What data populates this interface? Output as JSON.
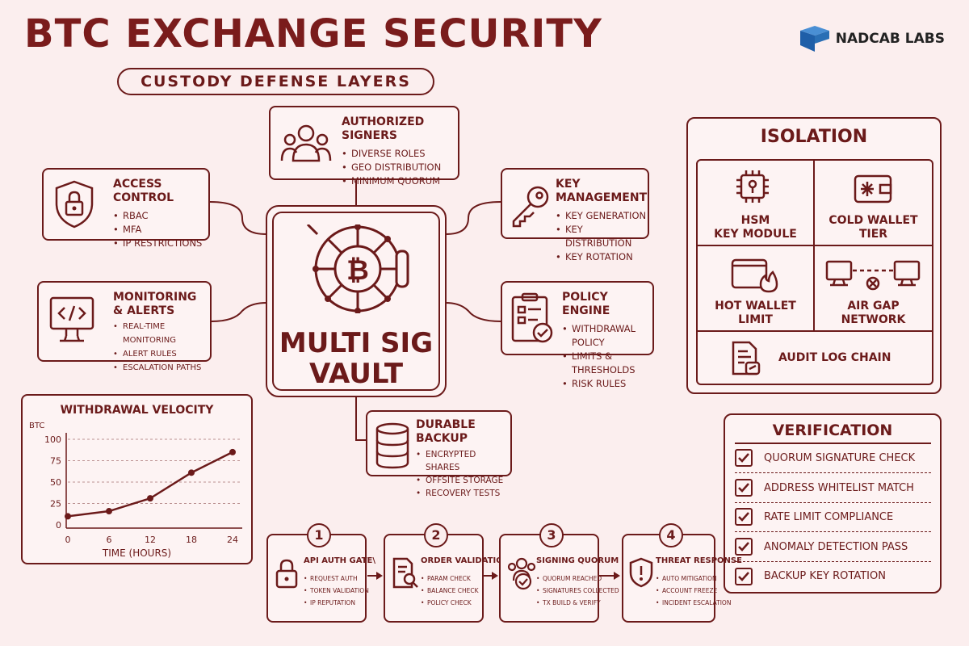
{
  "header": {
    "title": "BTC EXCHANGE SECURITY",
    "subtitle": "CUSTODY DEFENSE LAYERS",
    "brand": "NADCAB LABS"
  },
  "modules": {
    "signers": {
      "title": "AUTHORIZED SIGNERS",
      "items": [
        "DIVERSE ROLES",
        "GEO DISTRIBUTION",
        "MINIMUM QUORUM"
      ]
    },
    "access": {
      "title": "ACCESS CONTROL",
      "items": [
        "RBAC",
        "MFA",
        "IP RESTRICTIONS"
      ]
    },
    "keys": {
      "title": "KEY MANAGEMENT",
      "items": [
        "KEY GENERATION",
        "KEY DISTRIBUTION",
        "KEY ROTATION"
      ]
    },
    "monitoring": {
      "title_line1": "MONITORING",
      "title_line2": "& ALERTS",
      "items": [
        "REAL-TIME MONITORING",
        "ALERT RULES",
        "ESCALATION PATHS"
      ]
    },
    "policy": {
      "title": "POLICY ENGINE",
      "items": [
        "WITHDRAWAL POLICY",
        "LIMITS & THRESHOLDS",
        "RISK RULES"
      ]
    },
    "backup": {
      "title": "DURABLE BACKUP",
      "items": [
        "ENCRYPTED SHARES",
        "OFFSITE STORAGE",
        "RECOVERY TESTS"
      ]
    }
  },
  "vault": {
    "line1": "MULTI SIG",
    "line2": "VAULT",
    "symbol": "₿"
  },
  "isolation": {
    "title": "ISOLATION",
    "hsm": [
      "HSM",
      "KEY MODULE"
    ],
    "cold": [
      "COLD WALLET",
      "TIER"
    ],
    "hot": [
      "HOT WALLET",
      "LIMIT"
    ],
    "airgap": [
      "AIR GAP",
      "NETWORK"
    ],
    "audit": "AUDIT LOG CHAIN"
  },
  "verification": {
    "title": "VERIFICATION",
    "items": [
      "QUORUM SIGNATURE CHECK",
      "ADDRESS WHITELIST MATCH",
      "RATE LIMIT COMPLIANCE",
      "ANOMALY DETECTION PASS",
      "BACKUP KEY ROTATION"
    ]
  },
  "pipeline": [
    {
      "num": "1",
      "title": "API AUTH GATE\\",
      "items": [
        "REQUEST AUTH",
        "TOKEN VALIDATION",
        "IP REPUTATION"
      ]
    },
    {
      "num": "2",
      "title": "ORDER VALIDATION",
      "items": [
        "PARAM CHECK",
        "BALANCE CHECK",
        "POLICY CHECK"
      ]
    },
    {
      "num": "3",
      "title": "SIGNING QUORUM",
      "items": [
        "QUORUM REACHED",
        "SIGNATURES COLLECTED",
        "TX BUILD & VERIFY"
      ]
    },
    {
      "num": "4",
      "title": "THREAT RESPONSE",
      "items": [
        "AUTO MITIGATION",
        "ACCOUNT FREEZE",
        "INCIDENT ESCALATION"
      ]
    }
  ],
  "chart_data": {
    "type": "line",
    "title": "WITHDRAWAL VELOCITY",
    "xlabel": "TIME (HOURS)",
    "ylabel": "BTC",
    "x": [
      0,
      6,
      12,
      18,
      24
    ],
    "series": [
      {
        "values": [
          10,
          16,
          31,
          61,
          85
        ]
      }
    ],
    "xlim": [
      0,
      24
    ],
    "ylim": [
      0,
      100
    ],
    "xticks": [
      "0",
      "6",
      "12",
      "18",
      "24"
    ],
    "yticks": [
      "0",
      "25",
      "50",
      "75",
      "100"
    ],
    "grid": true
  },
  "colors": {
    "primary": "#6b1a1a",
    "background": "#fbeeee",
    "logo_blue": "#2a6fb5"
  }
}
